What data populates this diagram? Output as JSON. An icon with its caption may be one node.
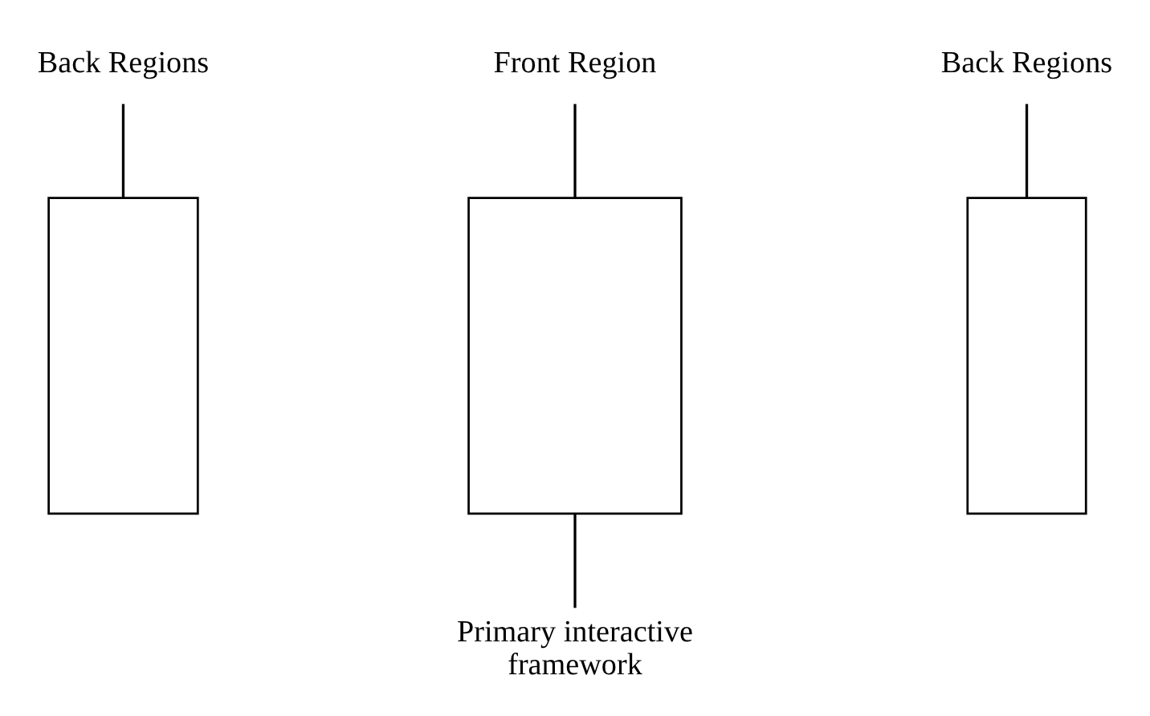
{
  "diagram": {
    "nodes": [
      {
        "text": [
          "Back Regions"
        ]
      },
      {
        "text": [
          "Front Region"
        ]
      },
      {
        "text": [
          "Back Regions"
        ]
      },
      {
        "text": [],
        "shape": "box"
      },
      {
        "text": [],
        "shape": "box"
      },
      {
        "text": [],
        "shape": "box"
      },
      {
        "text": [
          "Primary interactive framework"
        ]
      }
    ],
    "edges": [
      {
        "from": 0,
        "to": 3,
        "arrow": "none"
      },
      {
        "from": 1,
        "to": 4,
        "arrow": "none"
      },
      {
        "from": 2,
        "to": 5,
        "arrow": "none"
      },
      {
        "from": 6,
        "to": 4,
        "arrow": "none"
      }
    ]
  }
}
